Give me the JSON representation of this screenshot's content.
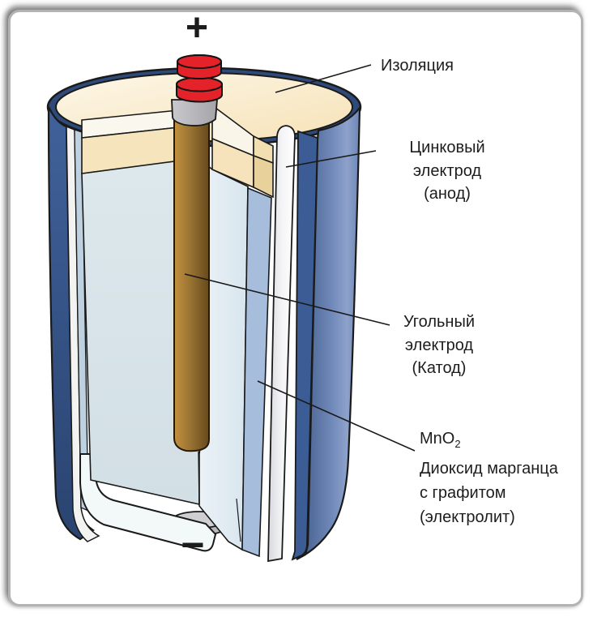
{
  "figure_type": "battery-cutaway-diagram",
  "terminals": {
    "positive": "+",
    "negative": "−"
  },
  "labels": {
    "insulation": {
      "text": "Изоляция"
    },
    "zinc": {
      "line1": "Цинковый",
      "line2": "электрод",
      "line3": "(анод)"
    },
    "carbon": {
      "line1": "Угольный",
      "line2": "электрод",
      "line3": "(Катод)"
    },
    "mno2": {
      "formula_base": "MnO",
      "formula_sub": "2",
      "line2": "Диоксид марганца",
      "line3": "с графитом",
      "line4": "(электролит)"
    }
  },
  "colors": {
    "outline": "#1a1a1a",
    "terminal_red": "#e3222a",
    "collar_gray": "#bcbcc0",
    "carbon_rod_brown": "#9a7433",
    "top_insulation_cream": "#f9edcc",
    "insulation_band_cream": "#f6e3bb",
    "electrolyte_face_blue_gray": "#d6e2e7",
    "electrolyte_face_light": "#e6eff4",
    "zinc_layer_white": "#f7f7f9",
    "inner_layer_blue": "#a6bedc",
    "casing_blue_dark": "#2e4a78",
    "casing_blue": "#3b5c95",
    "casing_blue_light": "#8da2cb",
    "bottom_terminal_gray": "#c9c9cc"
  }
}
